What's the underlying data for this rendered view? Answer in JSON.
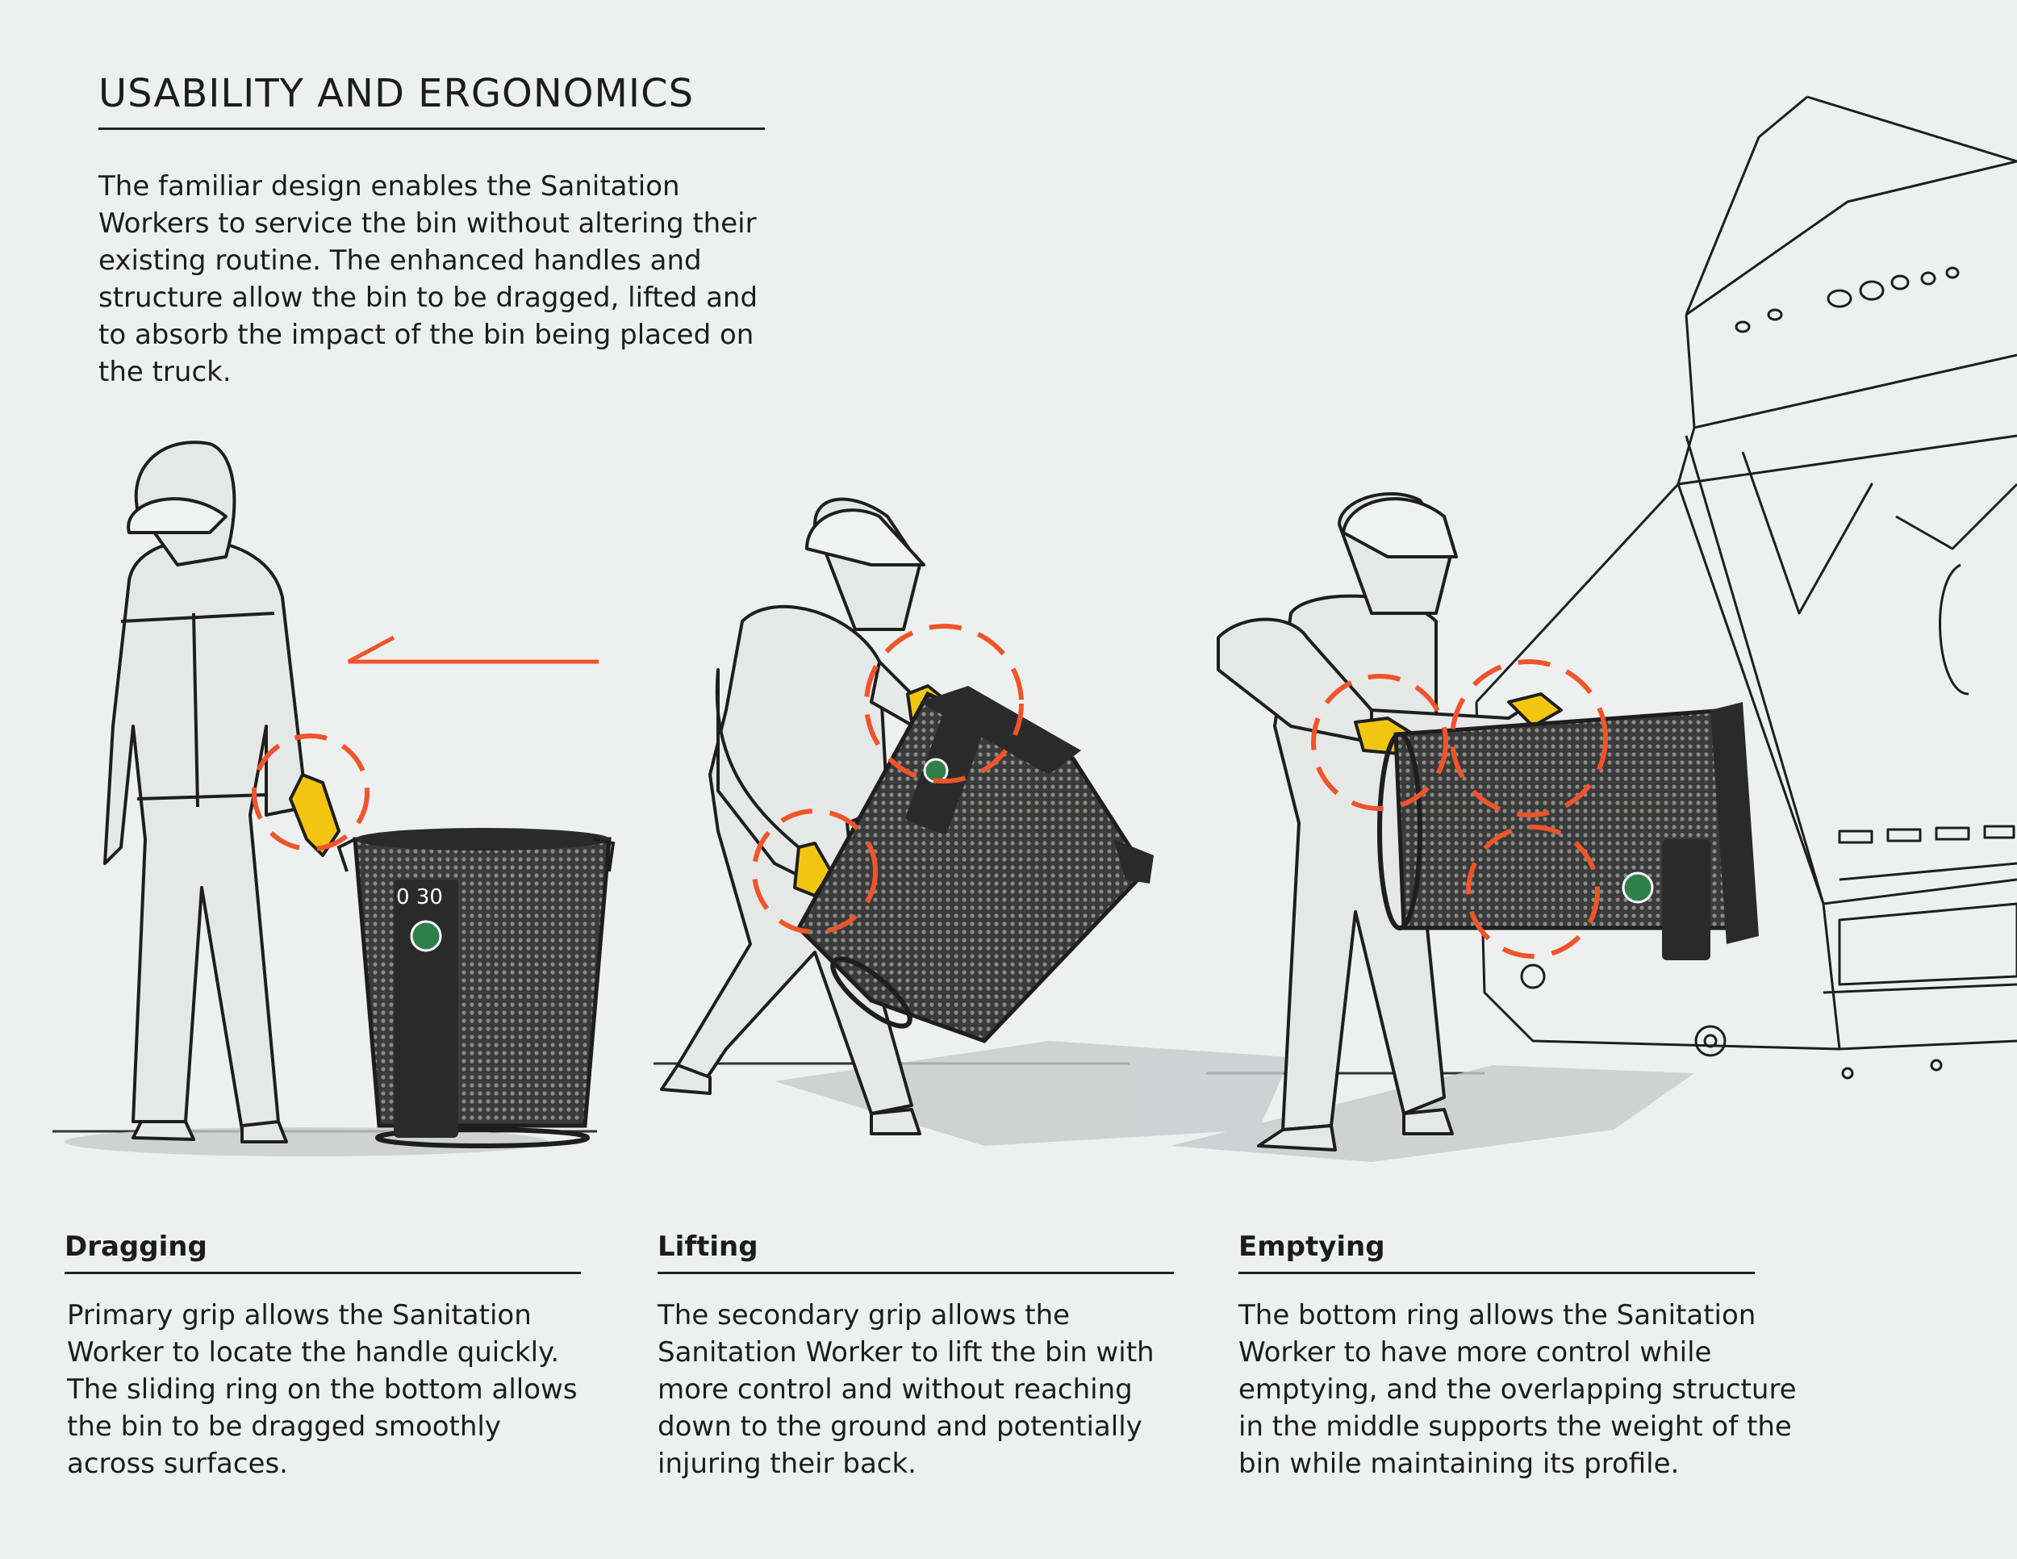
{
  "header": {
    "title": "USABILITY AND ERGONOMICS",
    "intro": "The familiar design enables the Sanitation\nWorkers to service the bin without altering their\nexisting routine. The enhanced handles and\nstructure allow the bin to be dragged, lifted and\nto absorb the impact of the bin being placed on\nthe truck."
  },
  "bin_label": {
    "number": "0 30"
  },
  "colors": {
    "accent": "#f0542a",
    "bin": "#2a2a2a",
    "background": "#eef0f0",
    "worker_fill": "#e6e8e8",
    "glove": "#f2c511"
  },
  "sections": [
    {
      "title": "Dragging",
      "body": "Primary grip allows the Sanitation\nWorker to locate the handle quickly.\nThe sliding ring on the bottom allows\nthe bin to be dragged smoothly\nacross surfaces."
    },
    {
      "title": "Lifting",
      "body": "The secondary grip allows the\nSanitation Worker to lift the bin with\nmore control and without reaching\ndown to the ground and potentially\ninjuring their back."
    },
    {
      "title": "Emptying",
      "body": "The bottom ring allows the Sanitation\nWorker to have more control while\nemptying, and the overlapping structure\nin the middle supports the weight of the\nbin while maintaining its profile."
    }
  ]
}
